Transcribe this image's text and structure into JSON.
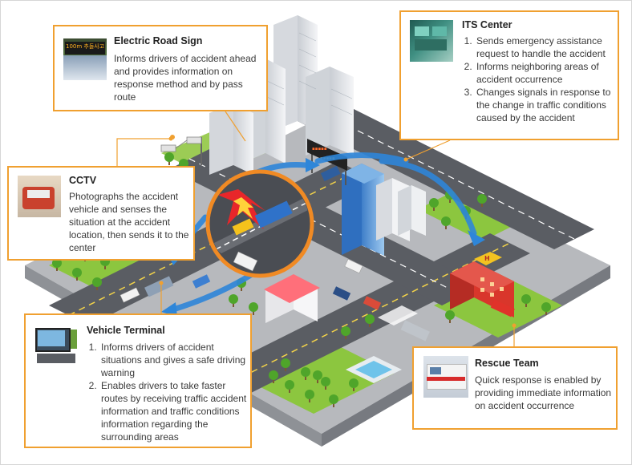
{
  "callouts": {
    "road_sign": {
      "title": "Electric Road Sign",
      "body": "Informs drivers of accident ahead and provides information on response method and by pass route",
      "sign_text": "100m 추돌사고"
    },
    "its_center": {
      "title": "ITS Center",
      "items": [
        "Sends emergency assistance request to handle the accident",
        "Informs neighboring areas of accident occurrence",
        "Changes signals in response to the change in traffic conditions caused by the accident"
      ]
    },
    "cctv": {
      "title": "CCTV",
      "body": "Photographs the accident vehicle and senses the situation at the accident location, then sends it to the center"
    },
    "vehicle_terminal": {
      "title": "Vehicle Terminal",
      "items": [
        "Informs drivers of accident situations and gives a safe driving warning",
        "Enables drivers to take faster routes by receiving traffic accident information and traffic conditions information regarding the surrounding areas"
      ]
    },
    "rescue_team": {
      "title": "Rescue Team",
      "body": "Quick response is enabled by providing immediate information on accident occurrence"
    }
  },
  "colors": {
    "callout_border": "#f0a030",
    "arrow_blue": "#2e86d9",
    "road": "#5a5d63",
    "grass": "#8cc63f",
    "accident_ring": "#f08a24"
  }
}
